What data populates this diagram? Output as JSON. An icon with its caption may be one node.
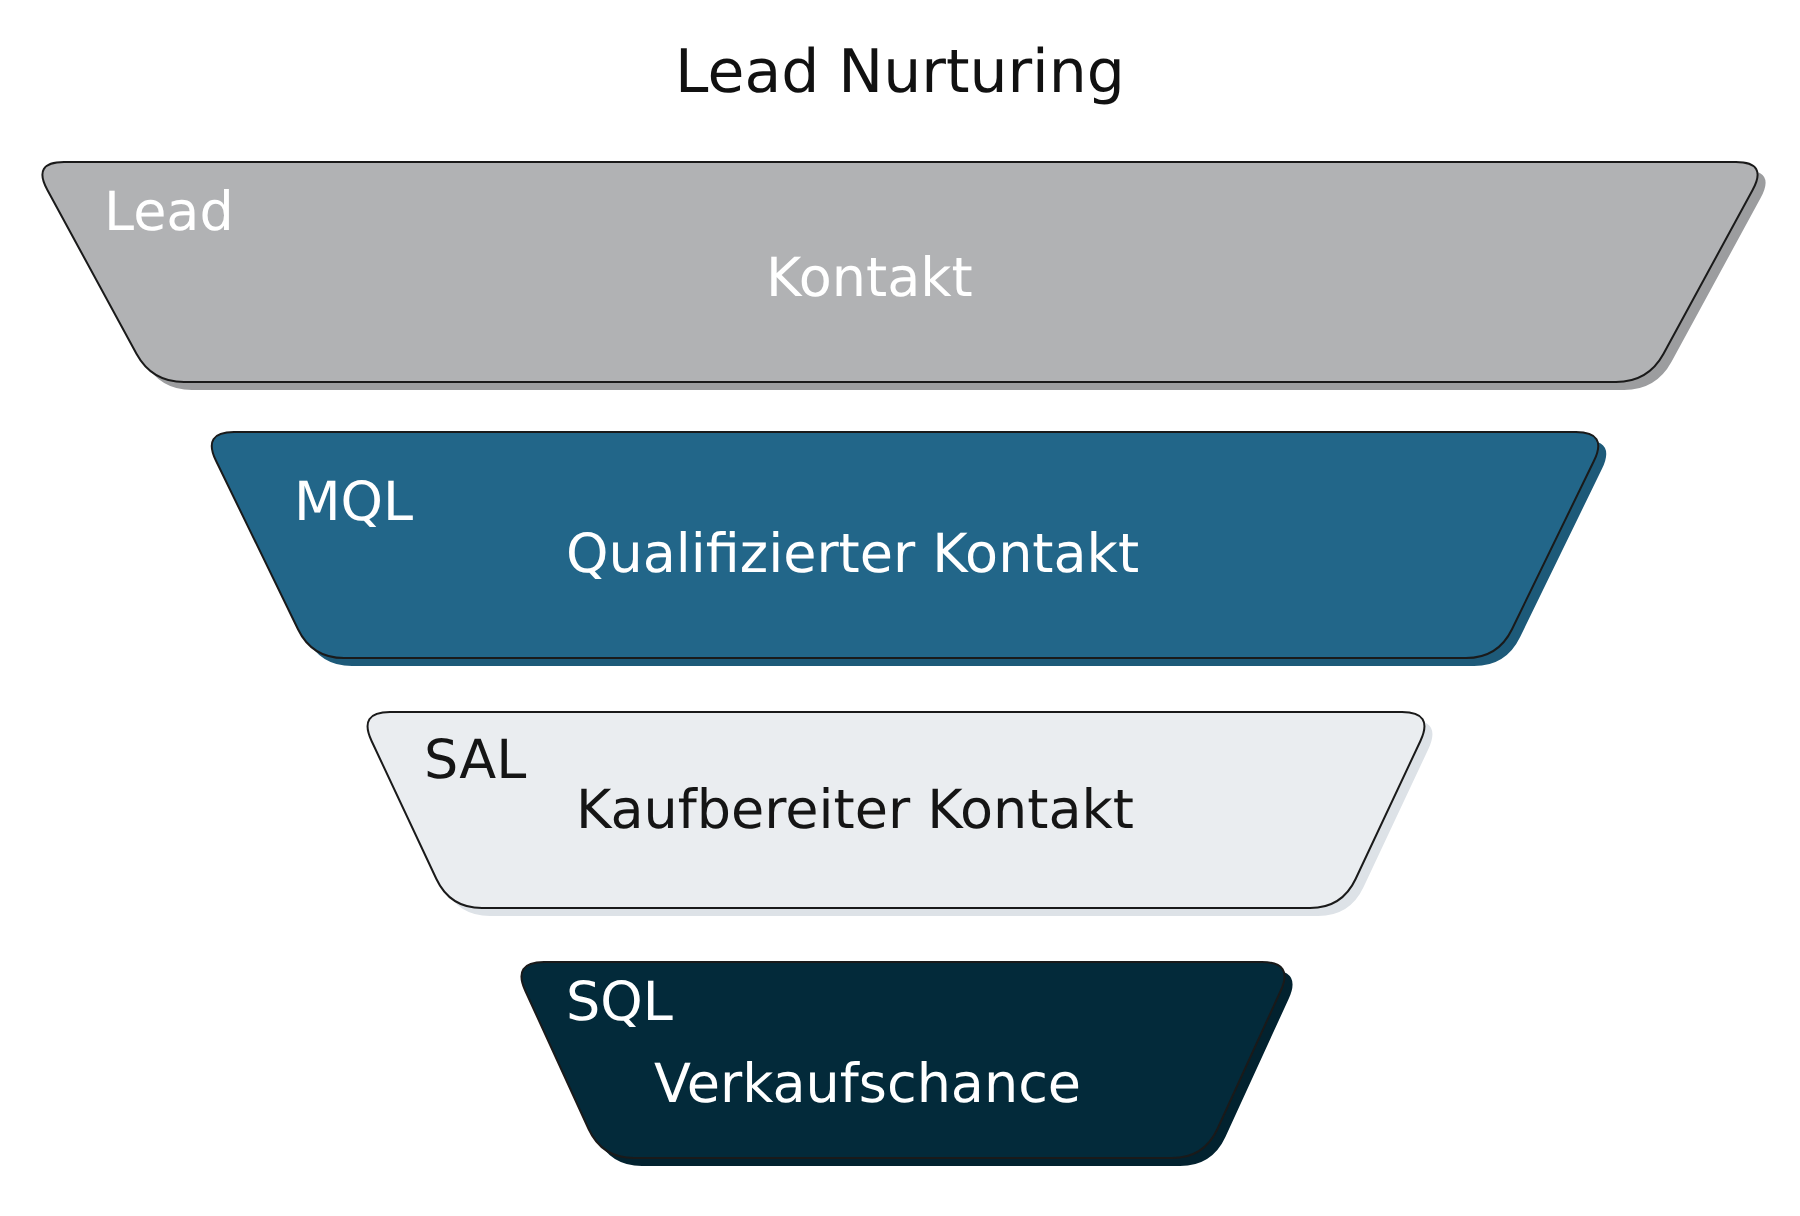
{
  "diagram": {
    "title": "Lead Nurturing",
    "nodes": [
      {
        "text": [
          "Lead",
          "Kontakt"
        ]
      },
      {
        "text": [
          "MQL",
          "Qualifizierter Kontakt"
        ]
      },
      {
        "text": [
          "SAL",
          "Kaufbereiter Kontakt"
        ]
      },
      {
        "text": [
          "SQL",
          "Verkaufschance"
        ]
      }
    ]
  }
}
